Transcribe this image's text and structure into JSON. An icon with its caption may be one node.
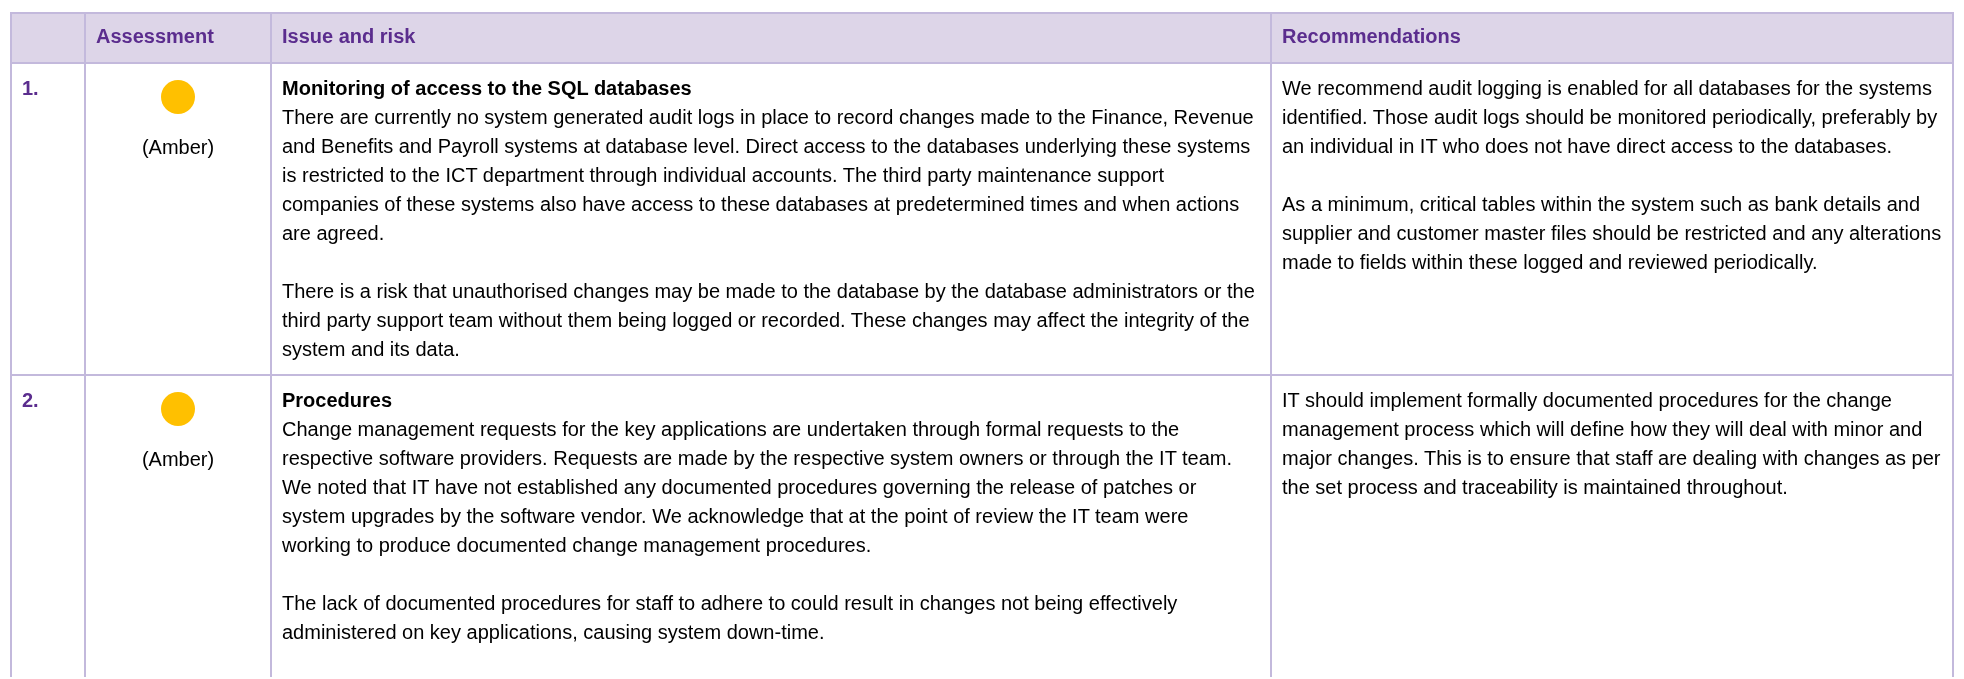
{
  "diagram": {
    "labels": [
      "Assessment",
      "Issue and risk",
      "Recommendations",
      "1.",
      "(Amber)",
      "Monitoring of access to the SQL databases",
      "There are currently no system generated audit logs in place to record changes made to the Finance, Revenue and Benefits and Payroll systems at database level. Direct access to the databases underlying these systems is restricted to the ICT department through individual accounts. The third party maintenance support companies of these systems also have access to these databases at predetermined times and when actions are agreed.",
      "There is a risk that unauthorised changes may be made to the database by the database administrators or the third party support team without them being logged or recorded. These changes may affect the integrity of the system and its data.",
      "We recommend audit logging is enabled for all databases for the systems identified. Those audit logs should be monitored periodically, preferably by an individual in IT who does not have direct access to the databases.",
      "As a minimum, critical tables within the system such as bank details and supplier and customer master files should be restricted and any alterations made to fields within these logged and reviewed periodically.",
      "2.",
      "(Amber)",
      "Procedures",
      "Change management requests for the key applications are undertaken through formal requests to the respective software providers. Requests are made by the respective system owners or through the IT team. We noted that IT have not established any documented procedures governing the release of patches or system upgrades by the software vendor. We acknowledge that at the point of review the IT team were working to produce documented change management procedures.",
      "The lack of documented procedures for staff to adhere to could result in changes not being effectively administered on key applications, causing system down-time.",
      "IT should implement formally documented procedures for the change management process which will define how they will deal with minor and major changes. This is to ensure that staff are dealing with changes as per the set process and traceability is maintained throughout."
    ]
  }
}
